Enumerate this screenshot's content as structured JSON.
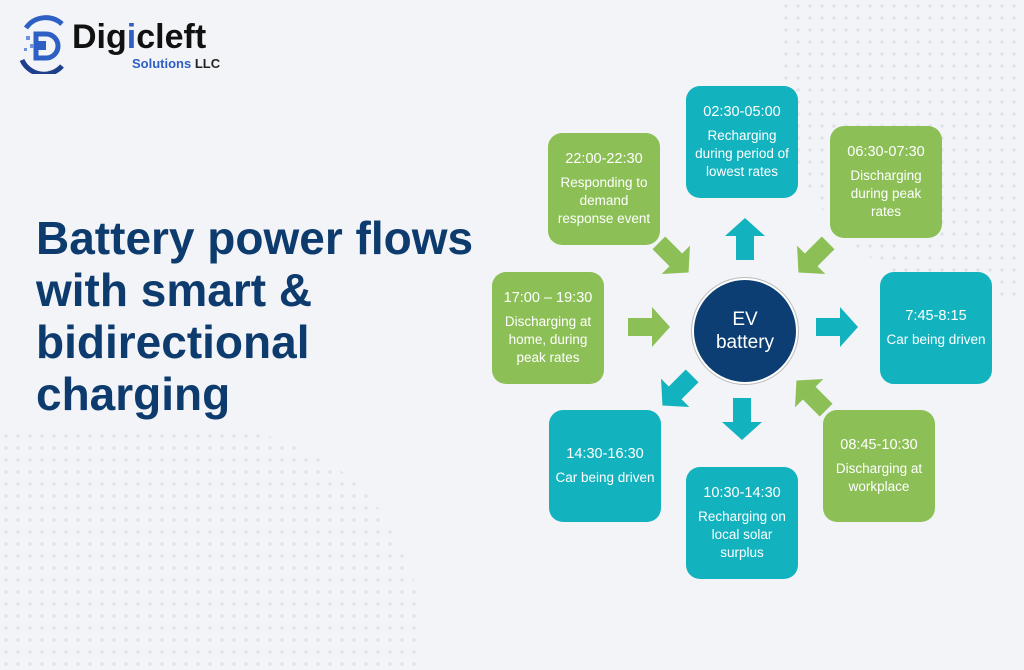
{
  "logo": {
    "brand_prefix": "Dig",
    "brand_i": "i",
    "brand_suffix": "cleft",
    "subtitle": "Solutions",
    "subtitle_suffix": "LLC"
  },
  "headline": "Battery power flows with smart & bidirectional charging",
  "hub": {
    "line1": "EV",
    "line2": "battery"
  },
  "nodes": [
    {
      "time": "02:30-05:00",
      "label": "Recharging during period of lowest rates",
      "type": "recharging"
    },
    {
      "time": "06:30-07:30",
      "label": "Discharging during peak rates",
      "type": "discharging"
    },
    {
      "time": "7:45-8:15",
      "label": "Car being driven",
      "type": "driving"
    },
    {
      "time": "08:45-10:30",
      "label": "Discharging at workplace",
      "type": "discharging"
    },
    {
      "time": "10:30-14:30",
      "label": "Recharging on local solar surplus",
      "type": "recharging"
    },
    {
      "time": "14:30-16:30",
      "label": "Car being driven",
      "type": "driving"
    },
    {
      "time": "17:00 – 19:30",
      "label": "Discharging at home, during peak rates",
      "type": "discharging"
    },
    {
      "time": "22:00-22:30",
      "label": "Responding to demand response event",
      "type": "discharging"
    }
  ],
  "colors": {
    "green": "#8cc056",
    "teal": "#12b3bf",
    "navy": "#0c3e73",
    "title": "#0d3b6e"
  }
}
